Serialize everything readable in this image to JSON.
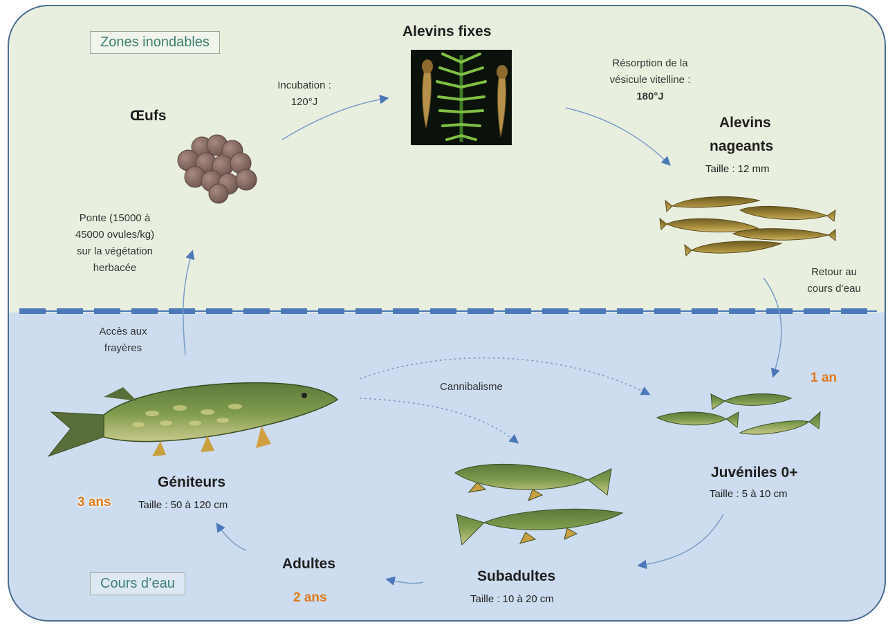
{
  "zones": {
    "flood": "Zones inondables",
    "river": "Cours d’eau"
  },
  "stages": {
    "oeufs": {
      "title": "Œufs"
    },
    "alevins_fixes": {
      "title": "Alevins fixes"
    },
    "alevins_nageants": {
      "title_line1": "Alevins",
      "title_line2": "nageants",
      "size": "Taille : 12 mm"
    },
    "juveniles": {
      "title": "Juvéniles 0+",
      "size": "Taille : 5 à 10 cm",
      "age": "1 an"
    },
    "subadultes": {
      "title": "Subadultes",
      "size": "Taille : 10 à 20 cm"
    },
    "adultes": {
      "title": "Adultes",
      "age": "2 ans"
    },
    "geniteurs": {
      "title": "Géniteurs",
      "size": "Taille : 50 à 120 cm",
      "age": "3 ans"
    }
  },
  "transitions": {
    "incubation": {
      "line1": "Incubation :",
      "line2": "120°J"
    },
    "resorption": {
      "line1": "Résorption de la",
      "line2": "vésicule vitelline :",
      "line3": "180°J"
    },
    "retour": {
      "line1": "Retour au",
      "line2": "cours d’eau"
    },
    "ponte": {
      "line1": "Ponte (15000 à",
      "line2": "45000 ovules/kg)",
      "line3": "sur la végétation",
      "line4": "herbacée"
    },
    "acces": {
      "line1": "Accès aux",
      "line2": "frayères"
    },
    "cannibalisme": "Cannibalisme"
  },
  "colors": {
    "flood_bg": "#e9efdf",
    "river_bg": "#cddcee",
    "border": "#4a6e90",
    "arrow": "#4a78b8",
    "dash": "#4a78b8",
    "age": "#e07a1f"
  }
}
